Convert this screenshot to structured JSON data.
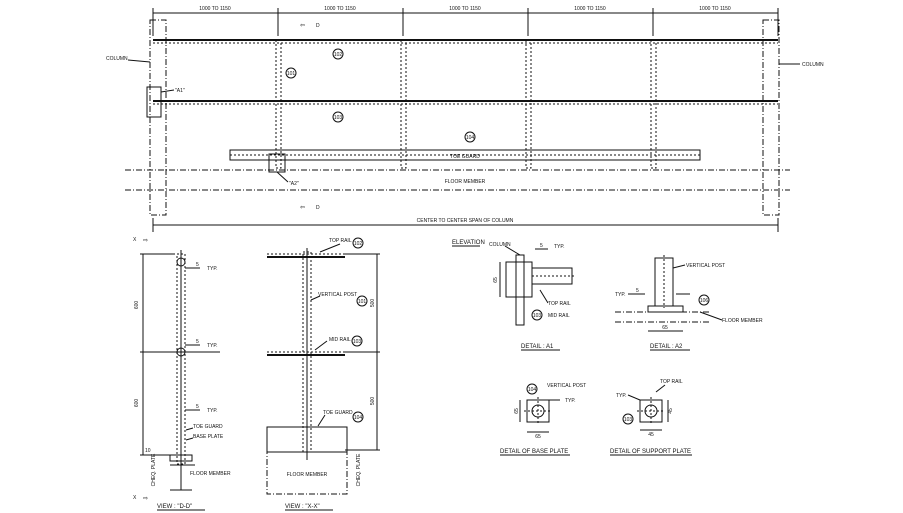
{
  "elevation": {
    "span_dims": [
      "1000 TO 1150",
      "1000 TO 1150",
      "1000 TO 1150",
      "1000 TO 1150",
      "1000 TO 1150"
    ],
    "column_left": "COLUMN",
    "column_right": "COLUMN",
    "section_mark": "D",
    "detail_a1": "\"A1\"",
    "detail_a2": "\"A2\"",
    "toe_guard": "TOE GUARD",
    "floor_member": "FLOOR MEMBER",
    "span_note": "CENTER TO CENTER SPAN OF COLUMN",
    "tag_top": "102",
    "tag_post": "101",
    "tag_mid": "103",
    "tag_toe": "104"
  },
  "view_dd": {
    "x_mark": "X",
    "dim_upper": "600",
    "dim_lower": "600",
    "typ": "TYP.",
    "weld": "5",
    "toe_guard": "TOE GUARD",
    "base_plate": "BASE PLATE",
    "dim_small": "10",
    "cheq_plate": "CHEQ. PLATE",
    "floor_member": "FLOOR MEMBER",
    "caption": "VIEW : \"D-D\""
  },
  "view_xx": {
    "top_rail": "TOP RAIL",
    "tag_top": "102",
    "vertical_post": "VERTICAL POST",
    "tag_post": "101",
    "mid_rail": "MID RAIL",
    "tag_mid": "103",
    "toe_guard": "TOE GUARD",
    "tag_toe": "104",
    "dim_upper": "500",
    "dim_lower": "500",
    "floor_member": "FLOOR MEMBER",
    "cheq_plate": "CHEQ. PLATE",
    "caption": "VIEW : \"X-X\""
  },
  "detail_a1": {
    "heading": "ELEVATION",
    "column": "COLUMN",
    "typ": "TYP.",
    "weld": "5",
    "dim": "65",
    "top_rail": "TOP RAIL",
    "mid_rail": "MID RAIL",
    "tag": "103",
    "caption": "DETAIL : A1"
  },
  "detail_a2": {
    "vertical_post": "VERTICAL POST",
    "typ": "TYP.",
    "weld": "5",
    "tag": "106",
    "floor_member": "FLOOR MEMBER",
    "dim": "65",
    "caption": "DETAIL : A2"
  },
  "base_plate": {
    "tag": "104",
    "vertical_post": "VERTICAL POST",
    "typ": "TYP.",
    "dim_v": "65",
    "dim_h": "65",
    "caption": "DETAIL OF BASE PLATE"
  },
  "support_plate": {
    "typ": "TYP.",
    "top_rail": "TOP RAIL",
    "tag": "103",
    "dim_v": "45",
    "dim_h": "45",
    "caption": "DETAIL OF SUPPORT PLATE"
  }
}
